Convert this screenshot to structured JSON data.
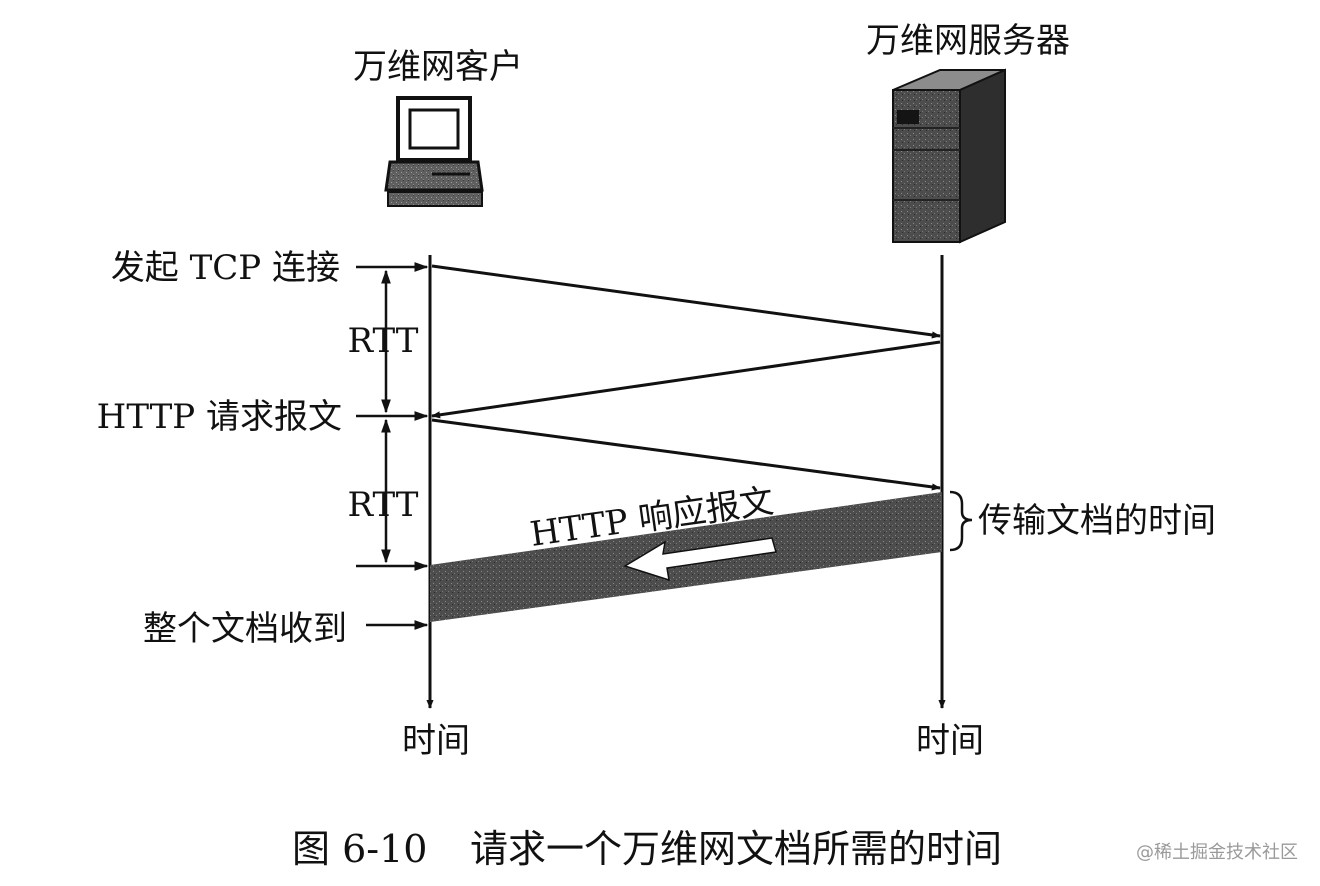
{
  "client": {
    "title": "万维网客户"
  },
  "server": {
    "title": "万维网服务器"
  },
  "labels": {
    "tcp_connect": "发起 TCP 连接",
    "rtt_1": "RTT",
    "http_request": "HTTP 请求报文",
    "rtt_2": "RTT",
    "http_response": "HTTP 响应报文",
    "transfer_time": "传输文档的时间",
    "document_received": "整个文档收到",
    "client_time": "时间",
    "server_time": "时间"
  },
  "caption": {
    "figure_number": "图 6-10",
    "text": "请求一个万维网文档所需的时间"
  },
  "watermark": "@稀土掘金技术社区",
  "colors": {
    "ink": "#111111",
    "transfer_band": "#4a4a4a",
    "server_body": "#5a5a5a",
    "watermark": "#9a9a9a"
  },
  "icons": {
    "client": "desktop-computer-icon",
    "server": "tower-server-icon"
  }
}
